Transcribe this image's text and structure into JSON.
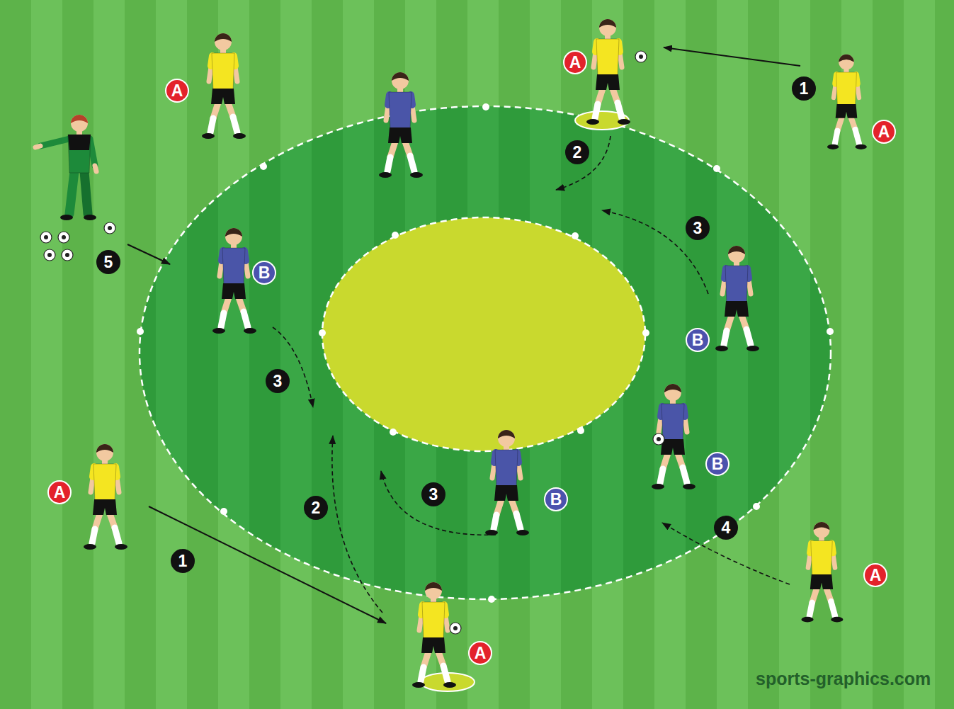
{
  "diagram": {
    "labels": [
      "A",
      "A",
      "1",
      "A",
      "2",
      "3",
      "5",
      "B",
      "3",
      "B",
      "B",
      "3",
      "B",
      "2",
      "A",
      "4",
      "1",
      "A",
      "A",
      "sports-graphics.com"
    ]
  }
}
